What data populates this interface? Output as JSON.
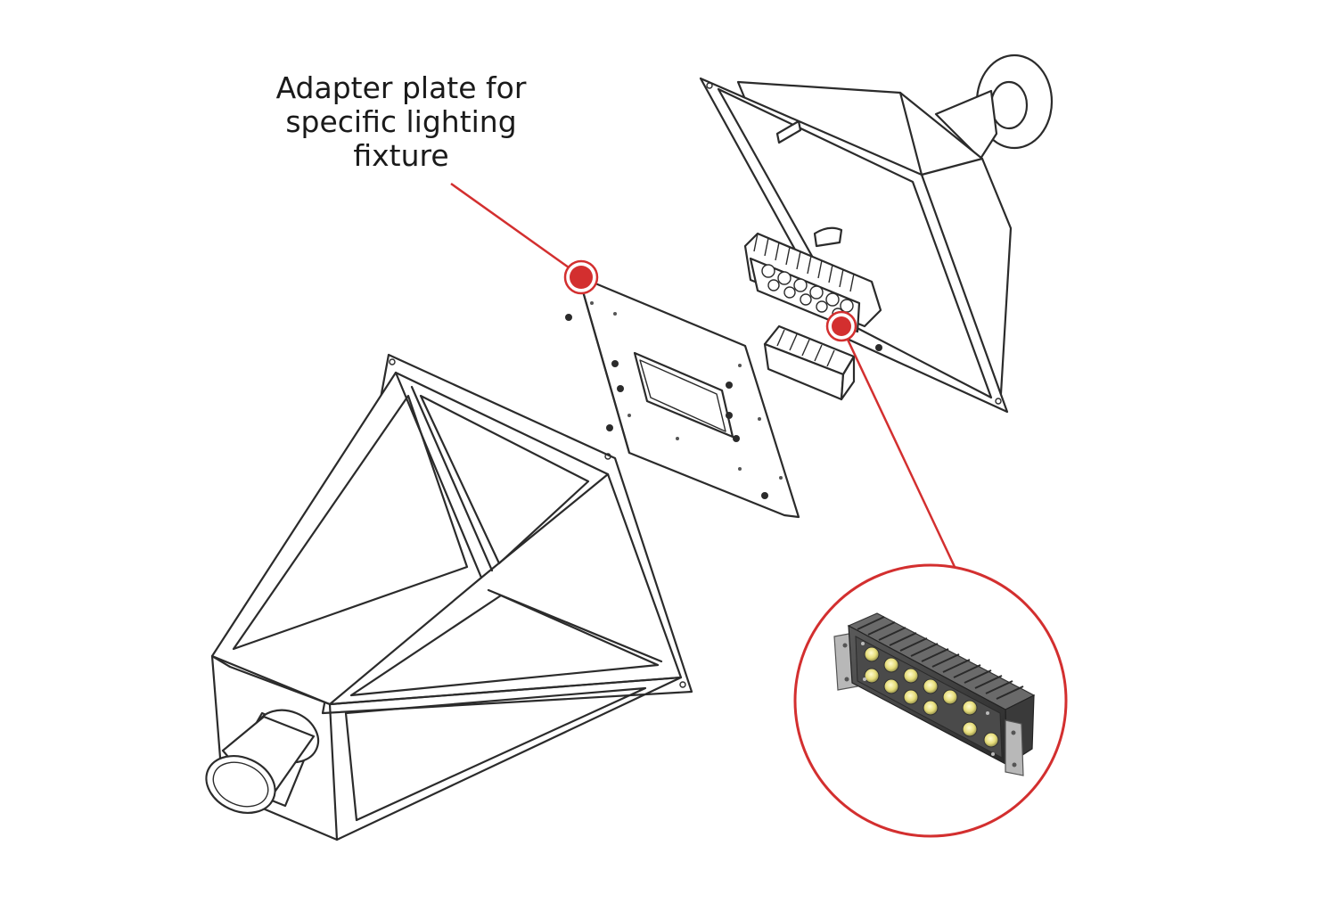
{
  "diagram": {
    "callout_text": "Adapter plate for\nspecific lighting\nfixture",
    "accent_color": "#d32f2f",
    "line_color": "#2b2b2b",
    "parts": [
      "lantern-bottom-housing",
      "adapter-plate",
      "lantern-top-housing",
      "led-module",
      "led-driver",
      "led-module-closeup"
    ],
    "led_count_closeup": 12
  }
}
